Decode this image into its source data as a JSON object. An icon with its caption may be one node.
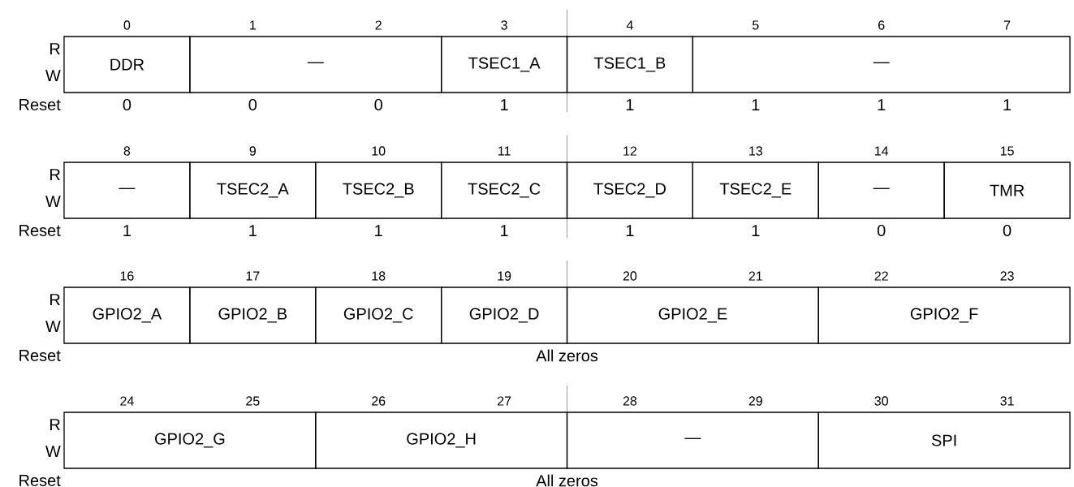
{
  "diagram": {
    "nodes": [
      {
        "text": [
          "DDR"
        ]
      },
      {
        "text": [
          "—"
        ]
      },
      {
        "text": [
          "TSEC1_A"
        ]
      },
      {
        "text": [
          "TSEC1_B"
        ]
      },
      {
        "text": [
          "—"
        ]
      },
      {
        "text": [
          "—"
        ]
      },
      {
        "text": [
          "TSEC2_A"
        ]
      },
      {
        "text": [
          "TSEC2_B"
        ]
      },
      {
        "text": [
          "TSEC2_C"
        ]
      },
      {
        "text": [
          "TSEC2_D"
        ]
      },
      {
        "text": [
          "TSEC2_E"
        ]
      },
      {
        "text": [
          "—"
        ]
      },
      {
        "text": [
          "TMR"
        ]
      },
      {
        "text": [
          "GPIO2_A"
        ]
      },
      {
        "text": [
          "GPIO2_B"
        ]
      },
      {
        "text": [
          "GPIO2_C"
        ]
      },
      {
        "text": [
          "GPIO2_D"
        ]
      },
      {
        "text": [
          "GPIO2_E"
        ]
      },
      {
        "text": [
          "GPIO2_F"
        ]
      },
      {
        "text": [
          "GPIO2_G"
        ]
      },
      {
        "text": [
          "GPIO2_H"
        ]
      },
      {
        "text": [
          "—"
        ]
      },
      {
        "text": [
          "SPI"
        ]
      }
    ],
    "labels": [
      "0",
      "1",
      "2",
      "3",
      "4",
      "5",
      "6",
      "7",
      "R",
      "W",
      "Reset",
      "0",
      "0",
      "0",
      "1",
      "1",
      "1",
      "1",
      "1",
      "8",
      "9",
      "10",
      "11",
      "12",
      "13",
      "14",
      "15",
      "R",
      "W",
      "Reset",
      "1",
      "1",
      "1",
      "1",
      "1",
      "1",
      "0",
      "0",
      "16",
      "17",
      "18",
      "19",
      "20",
      "21",
      "22",
      "23",
      "R",
      "W",
      "Reset",
      "All zeros",
      "24",
      "25",
      "26",
      "27",
      "28",
      "29",
      "30",
      "31",
      "R",
      "W",
      "Reset",
      "All zeros"
    ]
  }
}
